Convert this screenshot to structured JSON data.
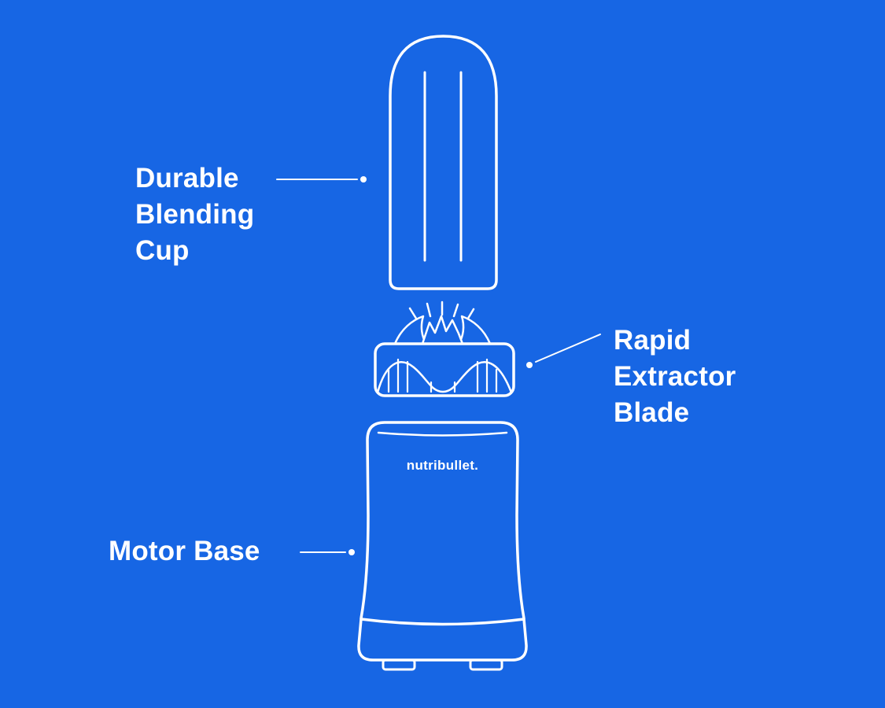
{
  "colors": {
    "background": "#1766E4",
    "line": "#FFFFFF",
    "text": "#FFFFFF"
  },
  "diagram": {
    "brand": "nutribullet.",
    "labels": {
      "cup": "Durable Blending Cup",
      "blade": "Rapid Extractor Blade",
      "base": "Motor Base"
    }
  }
}
